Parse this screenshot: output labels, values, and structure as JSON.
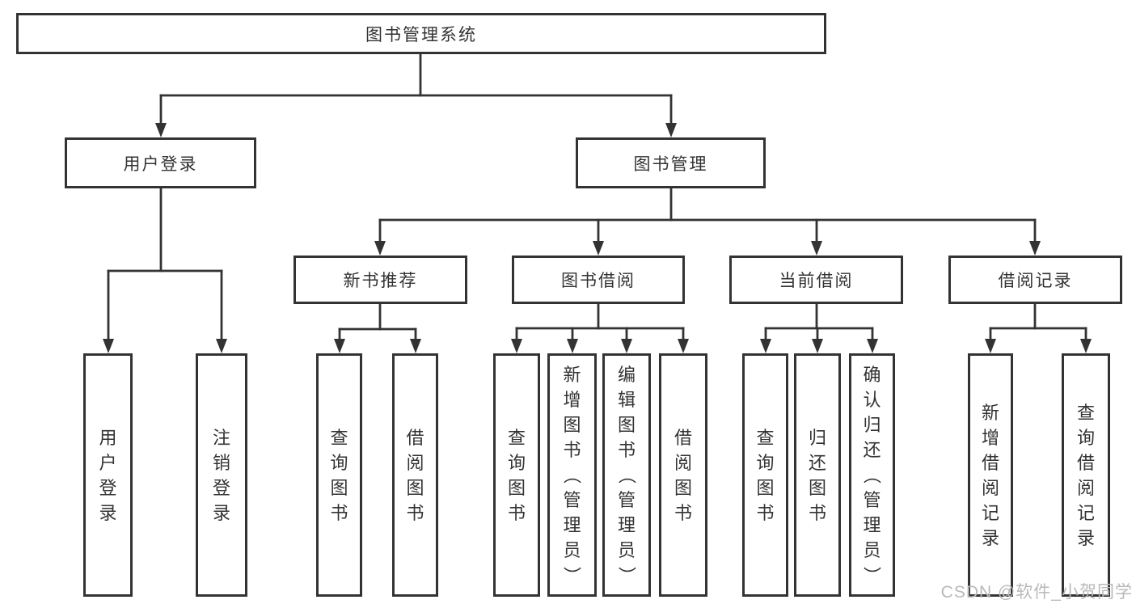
{
  "colors": {
    "line": "#333333",
    "text": "#333333",
    "box_background": "#ffffff",
    "page_background": "#ffffff",
    "watermark": "#b9b9b9"
  },
  "watermark": "CSDN @软件_小贺同学",
  "tree": {
    "root": {
      "label": "图书管理系统"
    },
    "level2": [
      {
        "label": "用户登录",
        "parent": "图书管理系统"
      },
      {
        "label": "图书管理",
        "parent": "图书管理系统"
      }
    ],
    "level3": [
      {
        "label": "新书推荐",
        "parent": "图书管理"
      },
      {
        "label": "图书借阅",
        "parent": "图书管理"
      },
      {
        "label": "当前借阅",
        "parent": "图书管理"
      },
      {
        "label": "借阅记录",
        "parent": "图书管理"
      }
    ],
    "leaves": [
      {
        "label": "用户登录",
        "parent": "用户登录"
      },
      {
        "label": "注销登录",
        "parent": "用户登录"
      },
      {
        "label": "查询图书",
        "parent": "新书推荐"
      },
      {
        "label": "借阅图书",
        "parent": "新书推荐"
      },
      {
        "label": "查询图书",
        "parent": "图书借阅"
      },
      {
        "label": "新增图书（管理员）",
        "parent": "图书借阅"
      },
      {
        "label": "编辑图书（管理员）",
        "parent": "图书借阅"
      },
      {
        "label": "借阅图书",
        "parent": "图书借阅"
      },
      {
        "label": "查询图书",
        "parent": "当前借阅"
      },
      {
        "label": "归还图书",
        "parent": "当前借阅"
      },
      {
        "label": "确认归还（管理员）",
        "parent": "当前借阅"
      },
      {
        "label": "新增借阅记录",
        "parent": "借阅记录"
      },
      {
        "label": "查询借阅记录",
        "parent": "借阅记录"
      }
    ]
  }
}
